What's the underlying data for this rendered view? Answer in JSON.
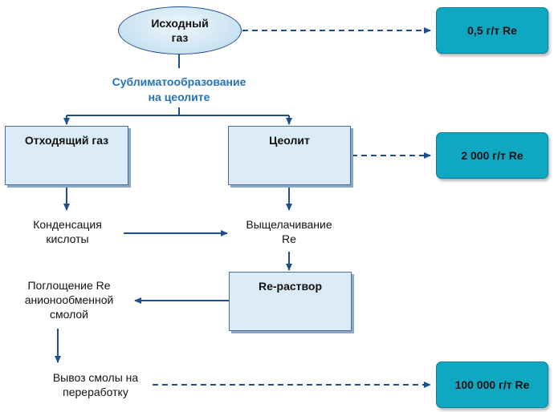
{
  "source_gas": {
    "line1": "Исходный",
    "line2": "газ"
  },
  "process_label": {
    "line1": "Сублиматообразование",
    "line2": "на цеолите"
  },
  "off_gas": "Отходящий газ",
  "zeolite": "Цеолит",
  "condensation": {
    "line1": "Конденсация",
    "line2": "кислоты"
  },
  "leaching": {
    "line1": "Выщелачивание",
    "line2": "Re"
  },
  "re_solution": "Re-раствор",
  "absorption": {
    "line1": "Поглощение Re",
    "line2": "анионообменной",
    "line3": "смолой"
  },
  "removal": {
    "line1": "Вывоз смолы на",
    "line2": "переработку"
  },
  "concentrations": {
    "c1": "0,5 г/т Re",
    "c2": "2 000 г/т Re",
    "c3": "100 000 г/т Re"
  },
  "colors": {
    "arrow": "#1f4e8c",
    "box_fill": "#dbecf8",
    "teal": "#0fa7c2",
    "process_label": "#2672b6"
  }
}
